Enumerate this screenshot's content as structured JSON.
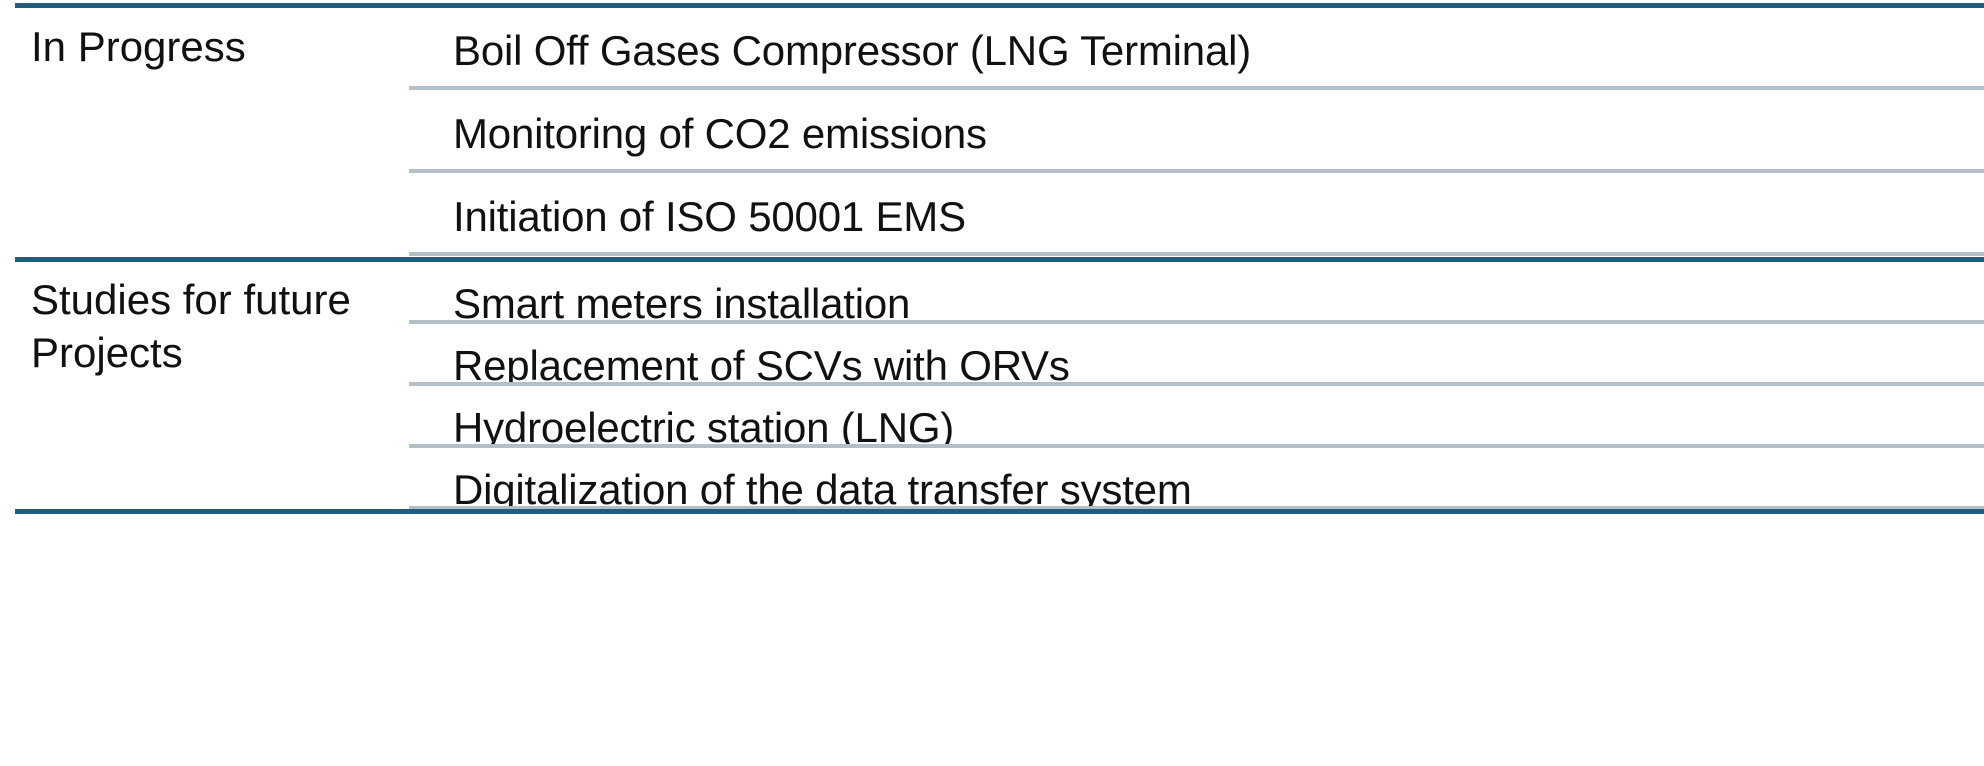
{
  "groups": [
    {
      "label_line1": "In Progress",
      "label_line2": "",
      "items": [
        "Boil Off Gases Compressor (LNG Terminal)",
        "Monitoring of CO2 emissions",
        "Initiation of ISO 50001 EMS"
      ]
    },
    {
      "label_line1": "Studies for future",
      "label_line2": "Projects",
      "items": [
        "Smart meters installation",
        "Replacement of SCVs with ORVs",
        "Hydroelectric station (LNG)",
        "Digitalization of the data transfer system"
      ]
    }
  ],
  "colors": {
    "group_rule": "#1f5c7e",
    "item_rule": "#b4bec8",
    "text": "#111111"
  }
}
